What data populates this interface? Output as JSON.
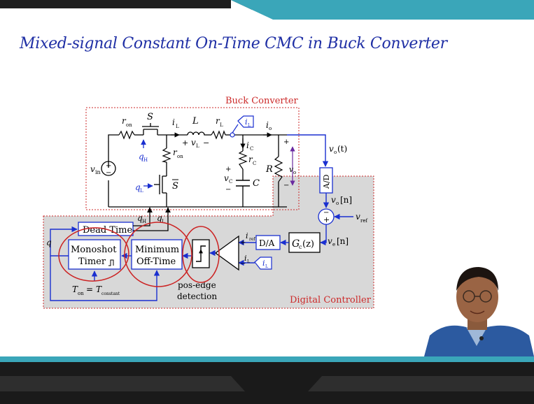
{
  "slide": {
    "title": "Mixed-signal Constant On-Time CMC in Buck Converter"
  },
  "colors": {
    "title": "#1f2fa5",
    "accent_teal": "#3aa6b9",
    "wire_blue": "#1a2fd0",
    "region_red": "#cc2a2a",
    "controller_bg": "#d8d8d8",
    "circle_red": "#cc2222"
  },
  "regions": {
    "buck": "Buck Converter",
    "digital": "Digital Controller"
  },
  "blocks": {
    "dead_time": "Dead Time",
    "monoshot_1": "Monoshot",
    "monoshot_2": "Timer",
    "min_off_1": "Minimum",
    "min_off_2": "Off-Time",
    "pos_edge_1": "pos-edge",
    "pos_edge_2": "detection",
    "da": "D/A",
    "ad": "A/D"
  },
  "labels": {
    "r_on_top": "r",
    "r_on_top_sub": "on",
    "S": "S",
    "S_bar": "S",
    "r_on_side": "r",
    "r_on_side_sub": "on",
    "q_H": "q",
    "q_H_sub": "H",
    "q_L": "q",
    "q_L_sub": "L",
    "v_in": "v",
    "v_in_sub": "in",
    "i_L": "i",
    "i_L_sub": "L",
    "L": "L",
    "v_L": "v",
    "v_L_sub": "L",
    "r_L": "r",
    "r_L_sub": "L",
    "i_o": "i",
    "i_o_sub": "o",
    "i_C": "i",
    "i_C_sub": "C",
    "r_C": "r",
    "r_C_sub": "C",
    "v_C": "v",
    "v_C_sub": "C",
    "C": "C",
    "R": "R",
    "v_o": "v",
    "v_o_sub": "o",
    "v_o_t": "v",
    "v_o_t_sub": "o",
    "v_o_t_arg": "(t)",
    "v_o_n": "v",
    "v_o_n_sub": "o",
    "v_o_n_arg": "[n]",
    "v_ref": "v",
    "v_ref_sub": "ref",
    "v_e_n": "v",
    "v_e_n_sub": "e",
    "v_e_n_arg": "[n]",
    "Gc": "G",
    "Gc_sub": "c",
    "Gc_arg": "(z)",
    "i_ref": "i",
    "i_ref_sub": "ref",
    "i_L_fb": "i",
    "i_L_fb_sub": "L",
    "i_L_sensor": "i",
    "i_L_sensor_sub": "L",
    "i_L_tag": "i",
    "i_L_tag_sub": "L",
    "q_gate": "q",
    "qH_bus": "q",
    "qH_bus_sub": "H",
    "qL_bus": "q",
    "qL_bus_sub": "L",
    "T_on": "T",
    "T_on_sub": "on",
    "eq": "=",
    "T_const": "T",
    "T_const_sub": "constant",
    "plus": "+",
    "minus": "−",
    "sum_minus": "−",
    "sum_plus": "+",
    "cmp_plus": "+",
    "cmp_minus": "−",
    "vo_plus": "+",
    "vo_minus": "−",
    "vin_plus": "+",
    "vin_minus": "−",
    "vL_plus": "+",
    "vL_minus": "−"
  }
}
